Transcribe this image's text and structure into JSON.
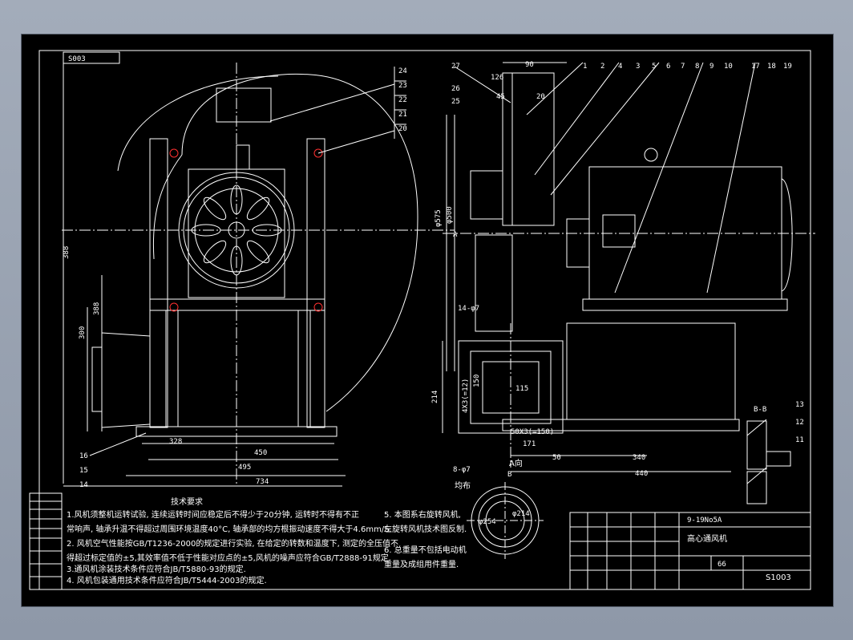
{
  "colors": {
    "background": "#000000",
    "line": "#ffffff",
    "frame_bg": "#9aa3b2",
    "accent_red": "#ff3030"
  },
  "title_block": {
    "drawing_no": "S1003",
    "model": "9-19No5A",
    "name": "高心通风机",
    "scale": "66",
    "stamp": "S003"
  },
  "tech_requirements": {
    "heading": "技术要求",
    "items": [
      "1.风机须整机运转试验, 连续运转时间应稳定后不得少于20分钟, 运转时不得有不正",
      "常响声, 轴承升温不得超过周围环境温度40°C, 轴承部的均方根振动速度不得大于4.6mm/S.",
      "2. 风机空气性能按GB/T1236-2000的规定进行实验, 在给定的转数和温度下, 测定的全压值不",
      "得超过标定值的±5,其效率值不低于性能对应点的±5,风机的噪声应符合GB/T2888-91规定.",
      "3.通风机涂装技术条件应符合JB/T5880-93的规定.",
      "4. 风机包装通用技术条件应符合JB/T5444-2003的规定."
    ],
    "notes": [
      "5. 本图系右旋转风机,",
      "左旋转风机技术图反制.",
      "6. 总重量不包括电动机",
      "重量及成组用件重量."
    ]
  },
  "section_label": "B-B",
  "view_labels": {
    "view_a": "A向",
    "a_mark": "A",
    "b_mark": "B",
    "flange": "8-φ7",
    "flange_note": "均布",
    "bolt": "14-φ7"
  },
  "dims": {
    "d_328": "328",
    "d_450": "450",
    "d_495": "495",
    "d_734": "734",
    "v_388a": "388",
    "v_388b": "388",
    "v_300": "300",
    "d_340": "340",
    "d_440": "440",
    "d_50": "50",
    "d_50x3": "50X3(=150)",
    "d_171": "171",
    "v_214": "214",
    "v_4x3": "4X3(=12)",
    "v_150": "150",
    "d_115": "115",
    "d_90": "90",
    "d_126": "126",
    "d_45": "45",
    "d_20": "20",
    "phi_575": "φ575",
    "phi_500": "φ500",
    "phi_254": "φ254",
    "phi_214": "φ214"
  },
  "balloons_left": [
    "24",
    "23",
    "22",
    "21",
    "20",
    "16",
    "15",
    "14"
  ],
  "balloons_right": [
    "1",
    "2",
    "4",
    "3",
    "5",
    "6",
    "7",
    "8",
    "9",
    "10",
    "17",
    "18",
    "19",
    "27",
    "26",
    "25",
    "13",
    "12",
    "11"
  ]
}
